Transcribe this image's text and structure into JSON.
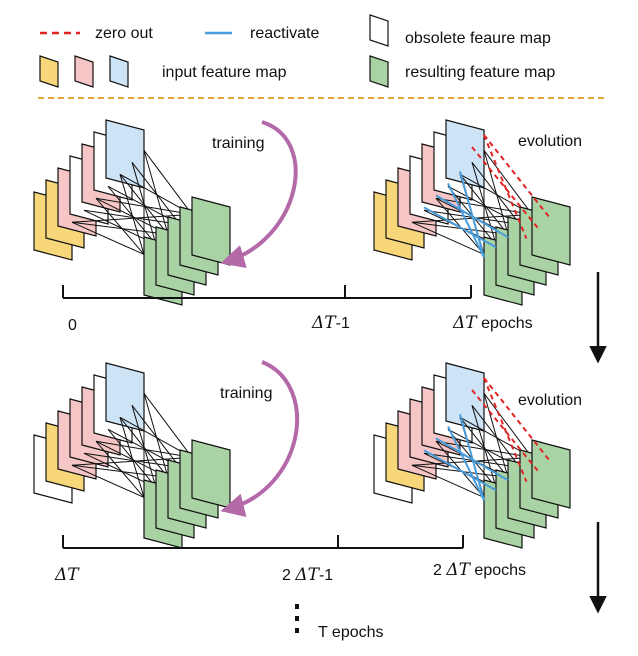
{
  "legend": {
    "zero_out": "zero out",
    "reactivate": "reactivate",
    "obsolete": "obsolete feaure map",
    "input": "input feature map",
    "resulting": "resulting feature map"
  },
  "row1": {
    "training": "training",
    "evolution": "evolution",
    "tick_start": "0",
    "tick_mid_math": "ΔT",
    "tick_mid_suffix": "-1",
    "tick_end_math": "ΔT",
    "tick_end_suffix": " epochs"
  },
  "row2": {
    "training": "training",
    "evolution": "evolution",
    "tick_start_math": "ΔT",
    "tick_mid_prefix": "2 ",
    "tick_mid_math": "ΔT",
    "tick_mid_suffix": "-1",
    "tick_end_prefix": "2 ",
    "tick_end_math": "ΔT",
    "tick_end_suffix": " epochs"
  },
  "footer": {
    "t_epochs": "T epochs"
  },
  "colors": {
    "yellow": "#F8D77A",
    "pink": "#F6C5C5",
    "blue": "#CDE3F6",
    "green": "#A9D3A4",
    "white": "#FFFFFF",
    "zero_out": "#E02424",
    "reactivate": "#4A9DDB",
    "arrow_purple": "#B46AA9",
    "divider": "#E8A33A"
  }
}
